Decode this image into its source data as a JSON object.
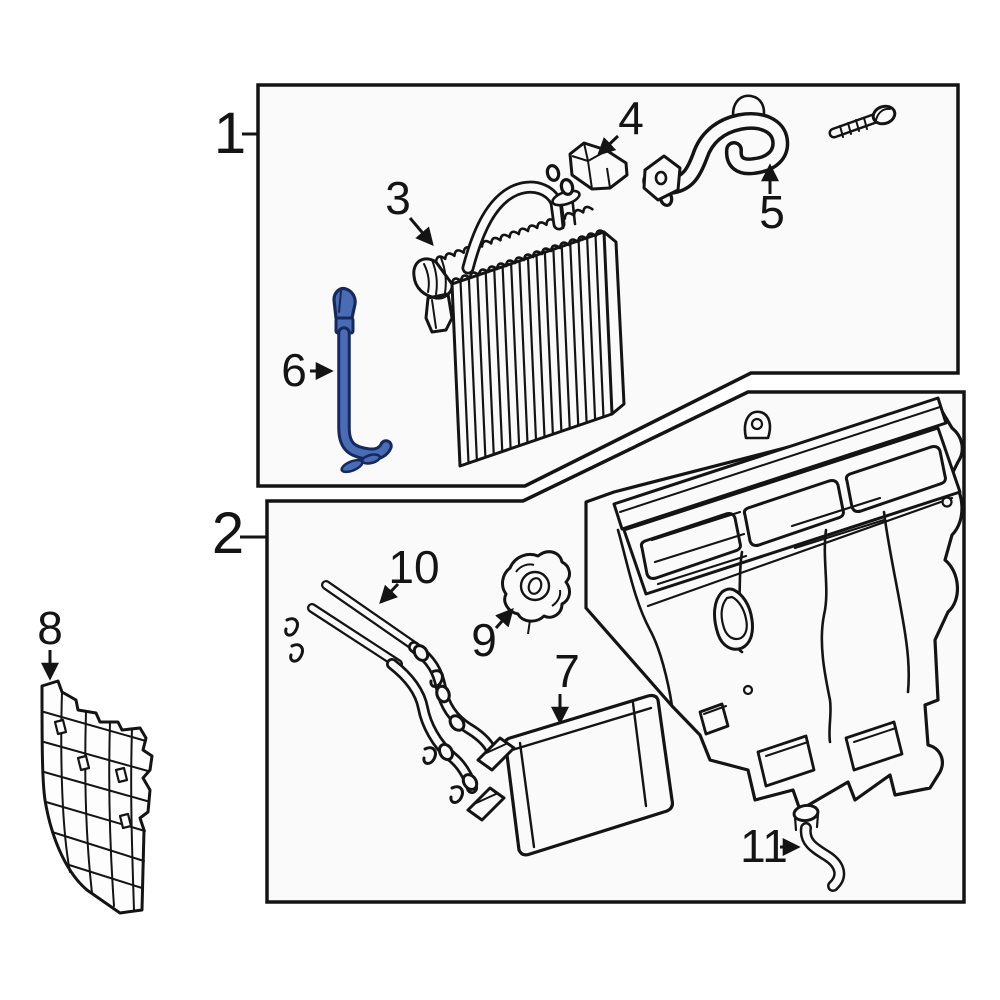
{
  "diagram": {
    "type": "exploded-parts-diagram",
    "background": "#ffffff",
    "box_fill": "#fafafa",
    "line_color": "#141414",
    "highlight_fill": "#4a6cb5",
    "highlight_stroke": "#16295e",
    "highlighted_callout": "6",
    "callouts": [
      {
        "label": "1"
      },
      {
        "label": "2"
      },
      {
        "label": "3"
      },
      {
        "label": "4"
      },
      {
        "label": "5"
      },
      {
        "label": "6"
      },
      {
        "label": "7"
      },
      {
        "label": "8"
      },
      {
        "label": "9"
      },
      {
        "label": "10"
      },
      {
        "label": "11"
      }
    ]
  }
}
